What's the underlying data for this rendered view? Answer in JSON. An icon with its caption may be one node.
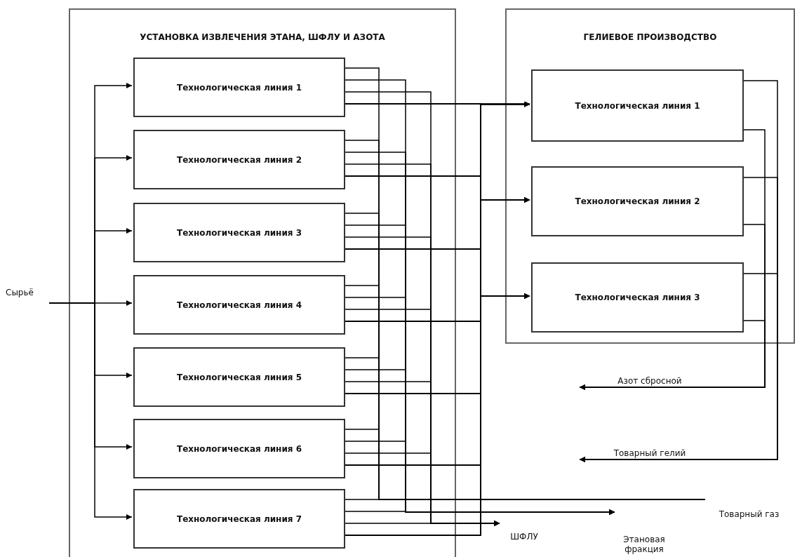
{
  "diagram": {
    "nodes": [
      {
        "text": [
          "УСТАНОВКА ИЗВЛЕЧЕНИЯ ЭТАНА, ШФЛУ И АЗОТА"
        ]
      },
      {
        "text": [
          "Технологическая линия 1"
        ],
        "in": 0
      },
      {
        "text": [
          "Технологическая линия 2"
        ],
        "in": 0
      },
      {
        "text": [
          "Технологическая линия 3"
        ],
        "in": 0
      },
      {
        "text": [
          "Технологическая линия 4"
        ],
        "in": 0
      },
      {
        "text": [
          "Технологическая линия 5"
        ],
        "in": 0
      },
      {
        "text": [
          "Технологическая линия 6"
        ],
        "in": 0
      },
      {
        "text": [
          "Технологическая линия 7"
        ],
        "in": 0
      },
      {
        "text": [
          "ГЕЛИЕВОЕ ПРОИЗВОДСТВО"
        ]
      },
      {
        "text": [
          "Технологическая линия 1"
        ],
        "in": 8
      },
      {
        "text": [
          "Технологическая линия 2"
        ],
        "in": 8
      },
      {
        "text": [
          "Технологическая линия 3"
        ],
        "in": 8
      },
      {
        "text": [
          "Сырьё"
        ]
      },
      {
        "text": [
          "Азот сбросной"
        ]
      },
      {
        "text": [
          "Товарный гелий"
        ]
      },
      {
        "text": [
          "Товарный газ"
        ]
      },
      {
        "text": [
          "Этановая фракция"
        ]
      },
      {
        "text": [
          "ШФЛУ"
        ]
      }
    ],
    "edges": [
      {
        "from": 12,
        "to": 1,
        "arrow": "to"
      },
      {
        "from": 12,
        "to": 2,
        "arrow": "to"
      },
      {
        "from": 12,
        "to": 3,
        "arrow": "to"
      },
      {
        "from": 12,
        "to": 4,
        "arrow": "to"
      },
      {
        "from": 12,
        "to": 5,
        "arrow": "to"
      },
      {
        "from": 12,
        "to": 6,
        "arrow": "to"
      },
      {
        "from": 12,
        "to": 7,
        "arrow": "to"
      },
      {
        "from": 1,
        "to": 15,
        "arrow": "none"
      },
      {
        "from": 2,
        "to": 15,
        "arrow": "none"
      },
      {
        "from": 3,
        "to": 15,
        "arrow": "none"
      },
      {
        "from": 4,
        "to": 15,
        "arrow": "none"
      },
      {
        "from": 5,
        "to": 15,
        "arrow": "none"
      },
      {
        "from": 6,
        "to": 15,
        "arrow": "none"
      },
      {
        "from": 7,
        "to": 15,
        "arrow": "none"
      },
      {
        "from": 1,
        "to": 16,
        "arrow": "to"
      },
      {
        "from": 2,
        "to": 16,
        "arrow": "to"
      },
      {
        "from": 3,
        "to": 16,
        "arrow": "to"
      },
      {
        "from": 4,
        "to": 16,
        "arrow": "to"
      },
      {
        "from": 5,
        "to": 16,
        "arrow": "to"
      },
      {
        "from": 6,
        "to": 16,
        "arrow": "to"
      },
      {
        "from": 7,
        "to": 16,
        "arrow": "to"
      },
      {
        "from": 1,
        "to": 17,
        "arrow": "to"
      },
      {
        "from": 2,
        "to": 17,
        "arrow": "to"
      },
      {
        "from": 3,
        "to": 17,
        "arrow": "to"
      },
      {
        "from": 4,
        "to": 17,
        "arrow": "to"
      },
      {
        "from": 5,
        "to": 17,
        "arrow": "to"
      },
      {
        "from": 6,
        "to": 17,
        "arrow": "to"
      },
      {
        "from": 7,
        "to": 17,
        "arrow": "to"
      },
      {
        "from": 1,
        "to": 9,
        "arrow": "to"
      },
      {
        "from": 1,
        "to": 10,
        "arrow": "to"
      },
      {
        "from": 1,
        "to": 11,
        "arrow": "to"
      },
      {
        "from": 2,
        "to": 9,
        "arrow": "to"
      },
      {
        "from": 2,
        "to": 10,
        "arrow": "to"
      },
      {
        "from": 2,
        "to": 11,
        "arrow": "to"
      },
      {
        "from": 3,
        "to": 9,
        "arrow": "to"
      },
      {
        "from": 3,
        "to": 10,
        "arrow": "to"
      },
      {
        "from": 3,
        "to": 11,
        "arrow": "to"
      },
      {
        "from": 4,
        "to": 9,
        "arrow": "to"
      },
      {
        "from": 4,
        "to": 10,
        "arrow": "to"
      },
      {
        "from": 4,
        "to": 11,
        "arrow": "to"
      },
      {
        "from": 5,
        "to": 9,
        "arrow": "to"
      },
      {
        "from": 5,
        "to": 10,
        "arrow": "to"
      },
      {
        "from": 5,
        "to": 11,
        "arrow": "to"
      },
      {
        "from": 6,
        "to": 9,
        "arrow": "to"
      },
      {
        "from": 6,
        "to": 10,
        "arrow": "to"
      },
      {
        "from": 6,
        "to": 11,
        "arrow": "to"
      },
      {
        "from": 7,
        "to": 9,
        "arrow": "to"
      },
      {
        "from": 7,
        "to": 10,
        "arrow": "to"
      },
      {
        "from": 7,
        "to": 11,
        "arrow": "to"
      },
      {
        "from": 9,
        "to": 14,
        "arrow": "to"
      },
      {
        "from": 10,
        "to": 14,
        "arrow": "to"
      },
      {
        "from": 11,
        "to": 14,
        "arrow": "to"
      },
      {
        "from": 9,
        "to": 13,
        "arrow": "to"
      },
      {
        "from": 10,
        "to": 13,
        "arrow": "to"
      },
      {
        "from": 11,
        "to": 13,
        "arrow": "to"
      }
    ]
  }
}
